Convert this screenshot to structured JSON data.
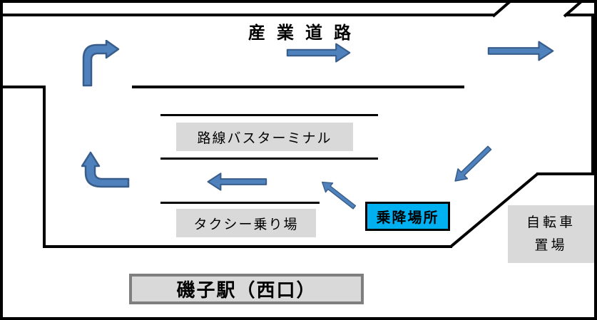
{
  "diagram": {
    "road_label": "産業道路",
    "bus_terminal_label": "路線バスターミナル",
    "taxi_label": "タクシー乗り場",
    "boarding_label": "乗降場所",
    "bicycle_label_line1": "自転車",
    "bicycle_label_line2": "置場",
    "station_label": "磯子駅（西口）"
  },
  "colors": {
    "arrow_fill": "#4f81bd",
    "arrow_outline": "#385d8a",
    "label_box_bg": "#d9d9d9",
    "boarding_box_bg": "#00b0f0",
    "station_box_border": "#7f7f7f",
    "line_color": "#000000"
  }
}
